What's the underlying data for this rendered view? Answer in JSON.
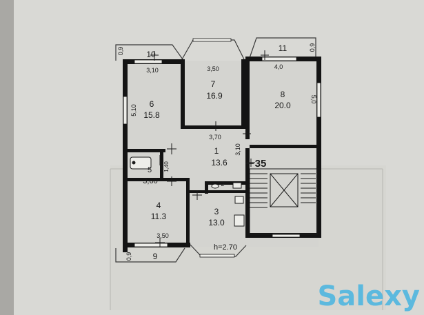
{
  "plan": {
    "ceiling_height": "h=2.70",
    "apartment_number": "35",
    "rooms": [
      {
        "id": "room-1",
        "number": "1",
        "area": "13.6"
      },
      {
        "id": "room-2",
        "number": "2",
        "area": ""
      },
      {
        "id": "room-3",
        "number": "3",
        "area": "13.0"
      },
      {
        "id": "room-4",
        "number": "4",
        "area": "11.3"
      },
      {
        "id": "room-5",
        "number": "5",
        "area": "3,60"
      },
      {
        "id": "room-6",
        "number": "6",
        "area": "15.8"
      },
      {
        "id": "room-7",
        "number": "7",
        "area": "16.9"
      },
      {
        "id": "room-8",
        "number": "8",
        "area": "20.0"
      },
      {
        "id": "balcony-9",
        "number": "9",
        "area": ""
      },
      {
        "id": "balcony-10",
        "number": "10",
        "area": ""
      },
      {
        "id": "balcony-11",
        "number": "11",
        "area": ""
      }
    ],
    "dimensions": {
      "room6_width": "3,10",
      "room6_depth": "5,10",
      "room7_width": "3,50",
      "room8_width": "4,0",
      "room8_depth": "5,0",
      "hall_width": "3,70",
      "hall_depth": "3,10",
      "bath_width": "1,40",
      "room4_width": "3,50",
      "balcony_left_top": "0,9",
      "balcony_right_top": "0,9",
      "balcony_left_bottom": "0,9"
    }
  },
  "watermark": {
    "text": "Salexy",
    "color": "#4fb6e0"
  },
  "colors": {
    "wall": "#141414",
    "paper": "#dcdcd8",
    "floor": "#d6d6d2"
  }
}
